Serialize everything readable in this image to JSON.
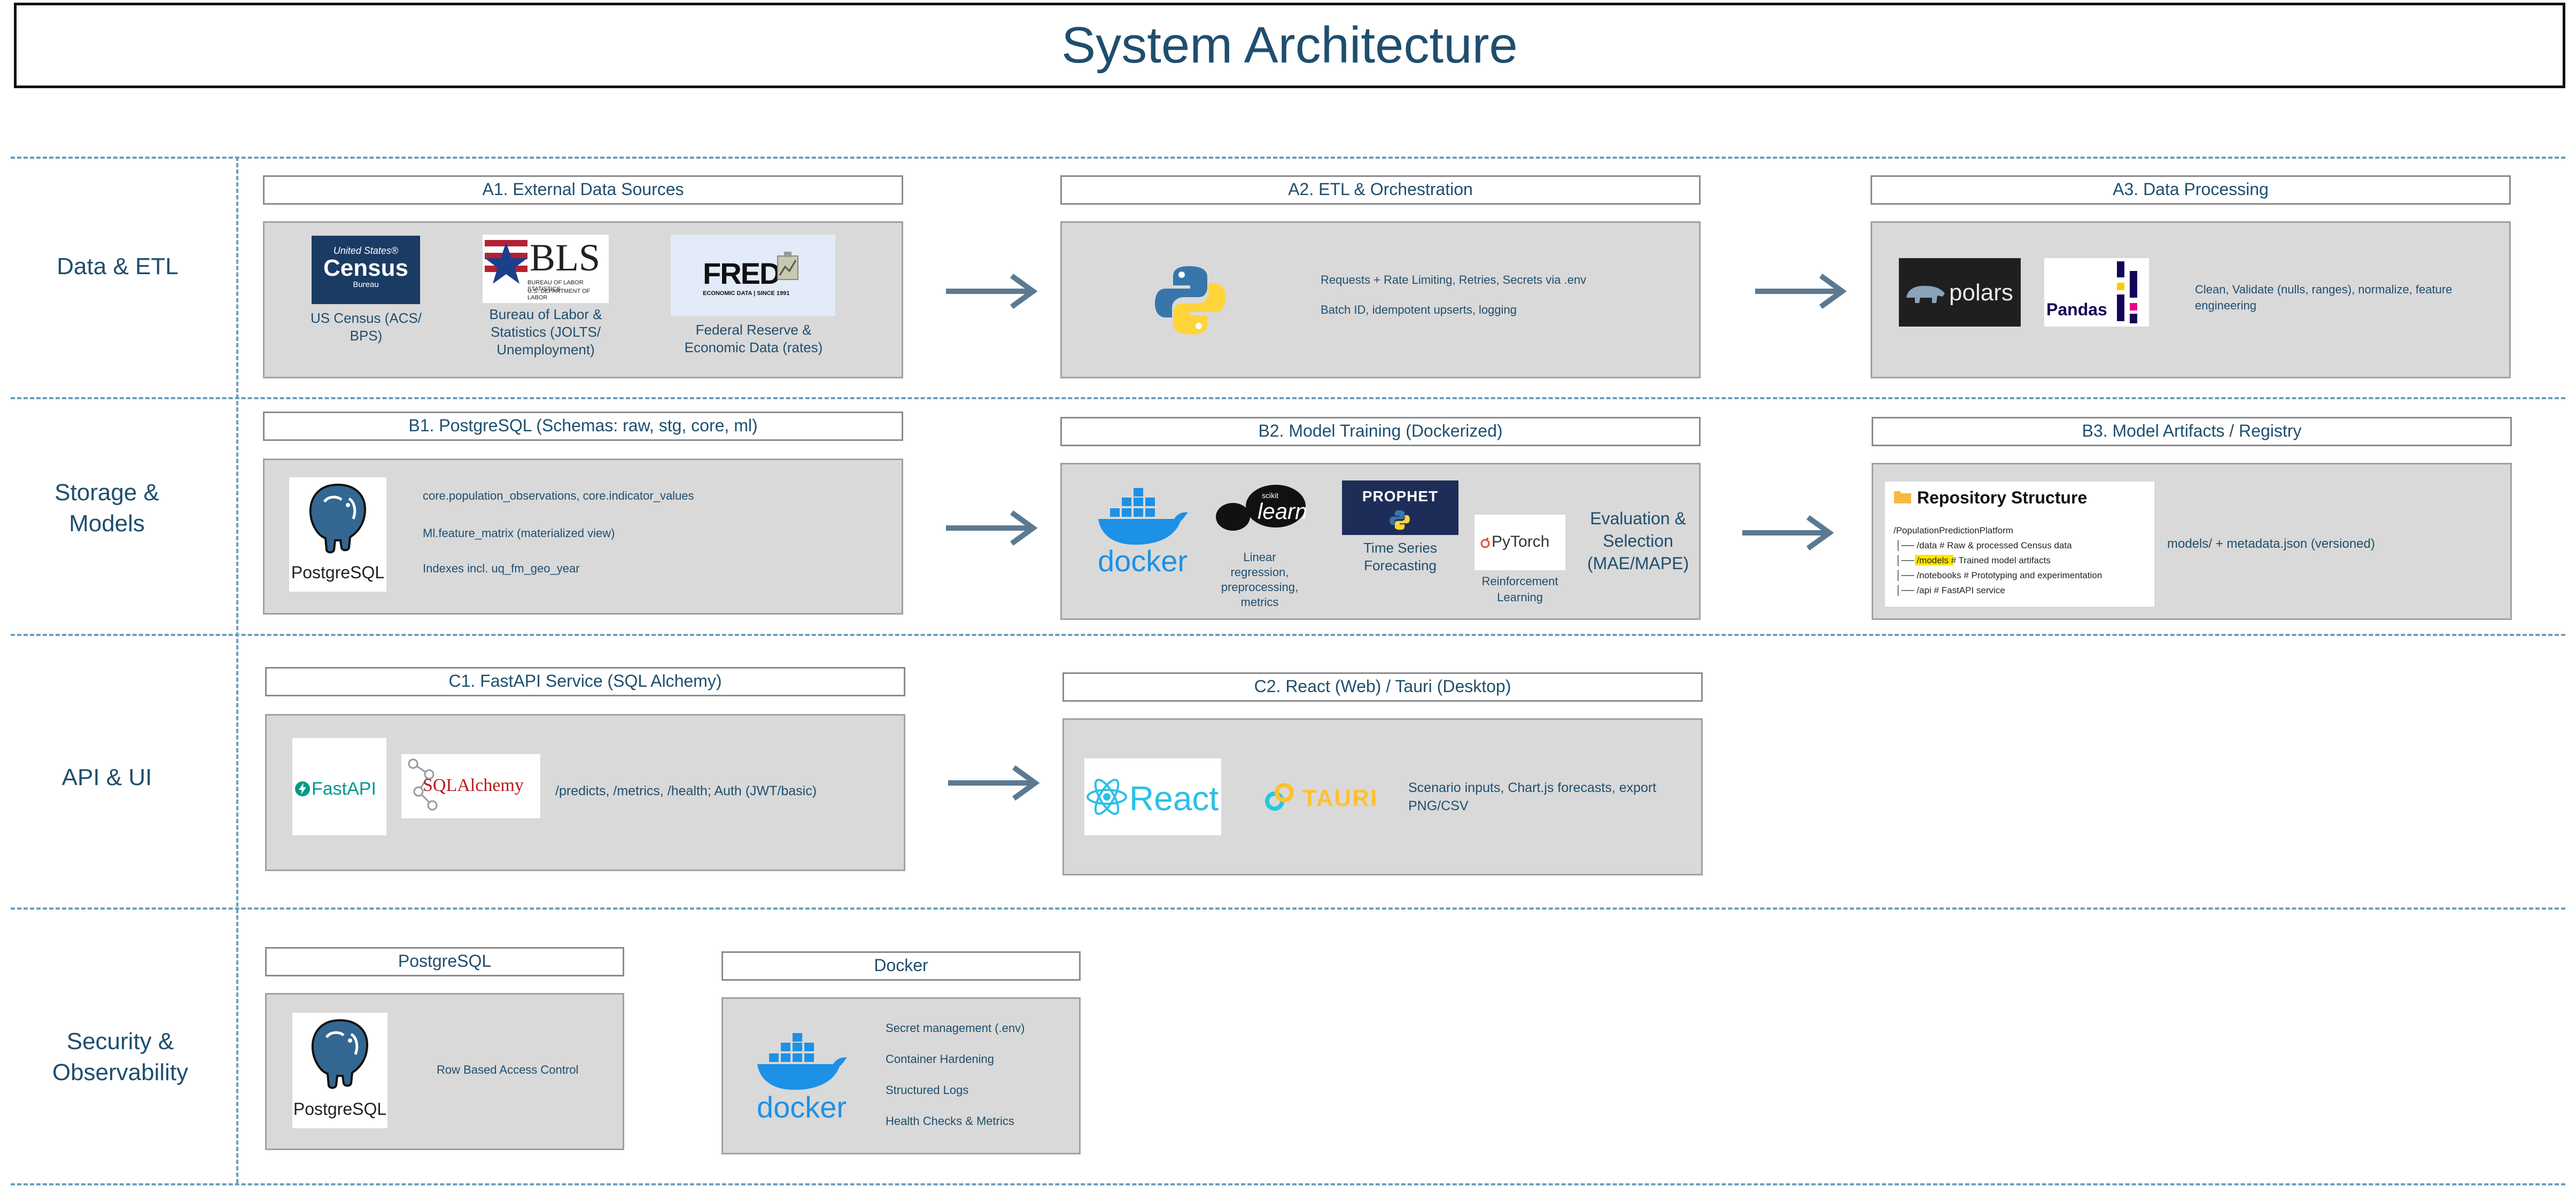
{
  "title": "System Architecture",
  "rows": {
    "data_etl": "Data & ETL",
    "storage_models": [
      "Storage &",
      "Models"
    ],
    "api_ui": "API & UI",
    "security": [
      "Security &",
      "Observability"
    ]
  },
  "a1": {
    "header": "A1. External Data Sources",
    "census_caption": [
      "US Census (ACS/",
      "BPS)"
    ],
    "census_logo": [
      "United States®",
      "Census",
      "Bureau"
    ],
    "bls_caption": [
      "Bureau of Labor &",
      "Statistics (JOLTS/",
      "Unemployment)"
    ],
    "bls_logo": [
      "BLS",
      "BUREAU OF LABOR STATISTICS",
      "U.S. DEPARTMENT OF LABOR"
    ],
    "fred_caption": [
      "Federal Reserve &",
      "Economic Data (rates)"
    ],
    "fred_logo": [
      "FRED",
      "ECONOMIC DATA | SINCE 1991"
    ]
  },
  "a2": {
    "header": "A2. ETL & Orchestration",
    "lines": [
      "Requests + Rate Limiting, Retries, Secrets via .env",
      "Batch ID, idempotent upserts, logging"
    ]
  },
  "a3": {
    "header": "A3. Data Processing",
    "polars_logo": "polars",
    "pandas_logo": "Pandas",
    "text": [
      "Clean, Validate (nulls, ranges), normalize, feature",
      "engineering"
    ]
  },
  "b1": {
    "header": "B1. PostgreSQL (Schemas: raw, stg, core, ml)",
    "logo": "PostgreSQL",
    "lines": [
      "core.population_observations, core.indicator_values",
      "Ml.feature_matrix (materialized view)",
      "Indexes incl. uq_fm_geo_year"
    ]
  },
  "b2": {
    "header": "B2. Model Training (Dockerized)",
    "docker_logo": "docker",
    "sklearn_logo": "learn",
    "sklearn_small": "scikit",
    "sklearn_caption": [
      "Linear",
      "regression,",
      "preprocessing,",
      "metrics"
    ],
    "prophet_logo": "PROPHET",
    "prophet_caption": [
      "Time Series",
      "Forecasting"
    ],
    "pytorch_logo": "PyTorch",
    "pytorch_caption": [
      "Reinforcement",
      "Learning"
    ],
    "evaluation": [
      "Evaluation &",
      "Selection",
      "(MAE/MAPE)"
    ]
  },
  "b3": {
    "header": "B3. Model Artifacts / Registry",
    "repo_title": "Repository Structure",
    "repo_lines": [
      "/PopulationPredictionPlatform",
      "│── /data # Raw & processed Census data",
      "│── /models # Trained model artifacts",
      "│── /notebooks # Prototyping and experimentation",
      "│── /api # FastAPI service"
    ],
    "text": "models/ + metadata.json (versioned)"
  },
  "c1": {
    "header": "C1. FastAPI Service (SQL Alchemy)",
    "fastapi_logo": "FastAPI",
    "sqlalchemy_logo": "SQLAlchemy",
    "text": "/predicts, /metrics, /health; Auth (JWT/basic)"
  },
  "c2": {
    "header": "C2. React (Web) / Tauri (Desktop)",
    "react_logo": "React",
    "tauri_logo": "TAURI",
    "text": [
      "Scenario inputs, Chart.js forecasts, export",
      "PNG/CSV"
    ]
  },
  "d1": {
    "header": "PostgreSQL",
    "logo": "PostgreSQL",
    "text": "Row Based Access Control"
  },
  "d2": {
    "header": "Docker",
    "logo": "docker",
    "lines": [
      "Secret management (.env)",
      "Container Hardening",
      "Structured Logs",
      "Health Checks & Metrics"
    ]
  },
  "colors": {
    "label_text": "#1f4e6e",
    "dashed_line": "#6a9ec0",
    "panel_fill": "#d9d9d9",
    "arrow": "#5b7a92",
    "docker_blue": "#1d91e6",
    "postgres_blue": "#336791"
  }
}
